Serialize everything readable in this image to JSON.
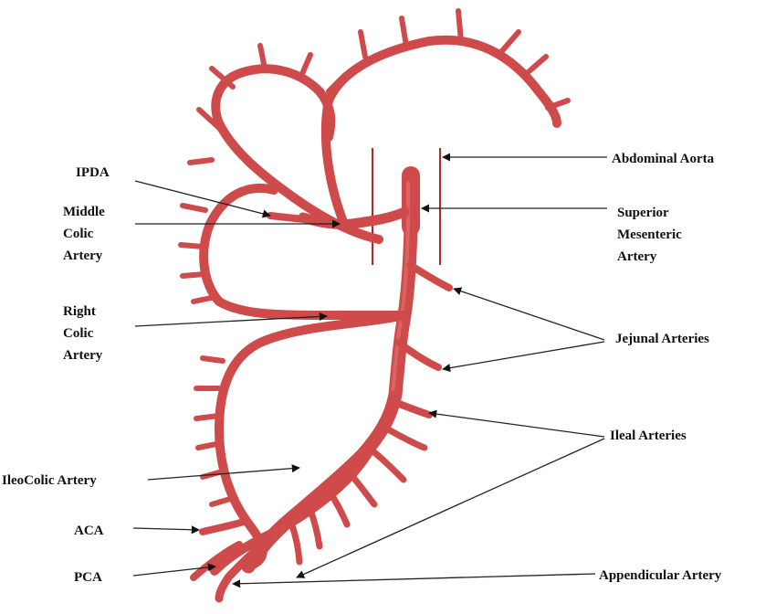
{
  "figure": {
    "labels": {
      "abdominal_aorta": "Abdominal Aorta",
      "superior_mesenteric_1": "Superior",
      "superior_mesenteric_2": "Mesenteric",
      "superior_mesenteric_3": "Artery",
      "jejunal": "Jejunal Arteries",
      "ileal": "Ileal Arteries",
      "appendicular": "Appendicular Artery",
      "ipda": "IPDA",
      "middle_colic_1": "Middle",
      "middle_colic_2": "Colic",
      "middle_colic_3": "Artery",
      "right_colic_1": "Right",
      "right_colic_2": "Colic",
      "right_colic_3": "Artery",
      "ileocolic": "IleoColic Artery",
      "aca": "ACA",
      "pca": "PCA"
    },
    "colors": {
      "artery": "#cf4a4a",
      "artery_highlight": "#e27a74",
      "aorta_line": "#b3272b",
      "text": "#111111"
    }
  }
}
